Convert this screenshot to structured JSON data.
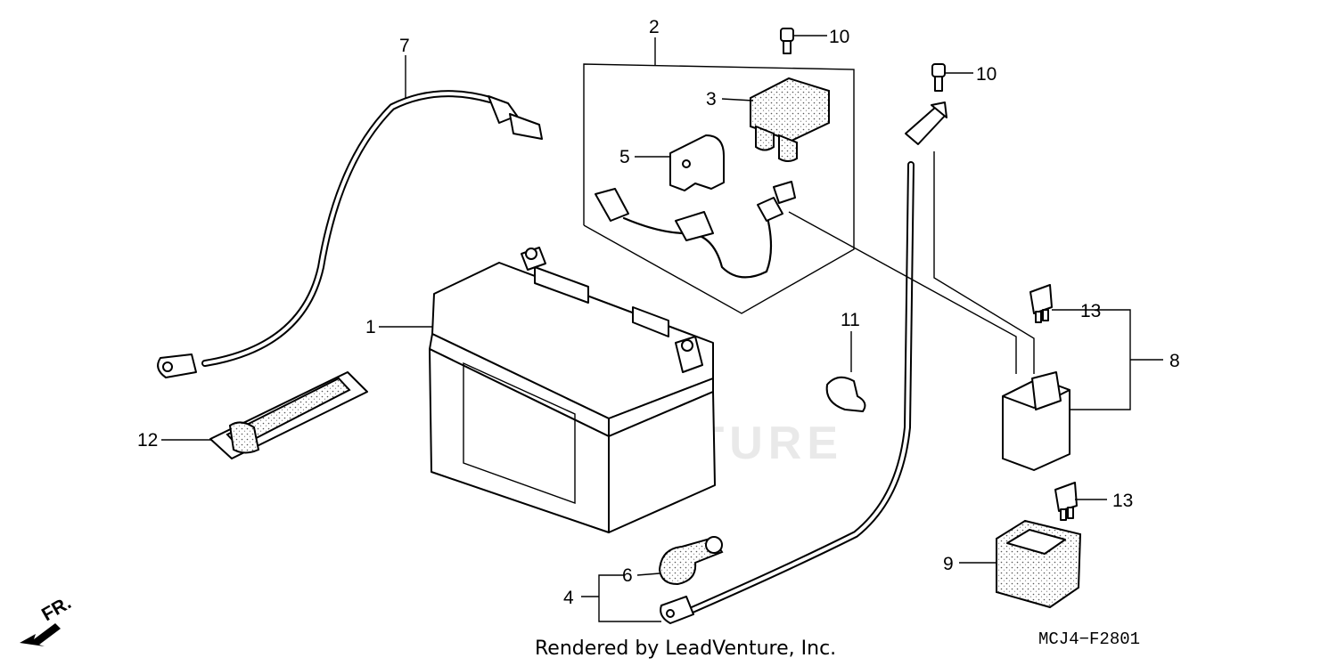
{
  "diagram": {
    "watermark": "LEADVENTURE",
    "footer": "Rendered by LeadVenture, Inc.",
    "drawing_code": "MCJ4−F2801",
    "direction_label": "FR.",
    "callouts": {
      "c1": "1",
      "c2": "2",
      "c3": "3",
      "c4": "4",
      "c5": "5",
      "c6": "6",
      "c7": "7",
      "c8": "8",
      "c9": "9",
      "c10a": "10",
      "c10b": "10",
      "c11": "11",
      "c12": "12",
      "c13a": "13",
      "c13b": "13"
    }
  }
}
